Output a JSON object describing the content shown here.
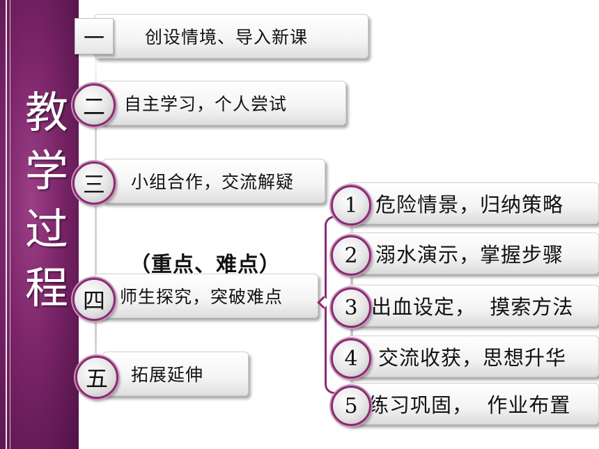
{
  "side_title": [
    "教",
    "学",
    "过",
    "程"
  ],
  "steps": [
    {
      "num": "一",
      "label": "创设情境、导入新课"
    },
    {
      "num": "二",
      "label": "自主学习，个人尝试"
    },
    {
      "num": "三",
      "label": "小组合作，交流解疑"
    },
    {
      "num": "四",
      "label": "师生探究，突破难点"
    },
    {
      "num": "五",
      "label": "拓展延伸"
    }
  ],
  "emphasis": "（重点、难点）",
  "substeps": [
    {
      "num": "1",
      "label": "危险情景，归纳策略"
    },
    {
      "num": "2",
      "label": "溺水演示，掌握步骤"
    },
    {
      "num": "3",
      "label": "出血设定，  摸索方法"
    },
    {
      "num": "4",
      "label": "交流收获，思想升华"
    },
    {
      "num": "5",
      "label": "练习巩固，  作业布置"
    }
  ],
  "colors": {
    "band": "#7a2468",
    "accent": "#8a2a74"
  }
}
